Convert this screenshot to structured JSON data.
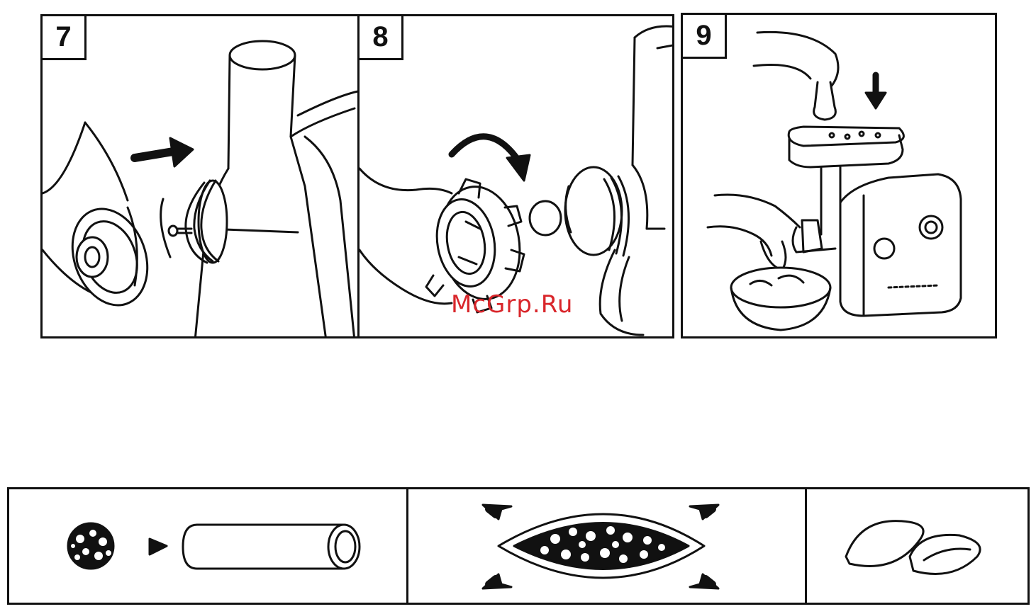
{
  "steps": [
    {
      "number": "7"
    },
    {
      "number": "8"
    },
    {
      "number": "9"
    }
  ],
  "watermark": "McGrp.Ru",
  "icons": {
    "step7": [
      "hand-icon",
      "cutting-disc-icon",
      "right-arrow-icon",
      "grinder-head-icon"
    ],
    "step8": [
      "hand-icon",
      "ring-nut-icon",
      "curved-arrow-icon",
      "grinder-head-icon"
    ],
    "step9": [
      "pusher-icon",
      "down-arrow-icon",
      "meat-tray-icon",
      "grinder-body-icon",
      "bowl-icon",
      "hand-icon"
    ],
    "kebbe": [
      "minced-meat-icon",
      "play-arrow-icon",
      "tube-icon",
      "filled-shell-icon",
      "press-arrow-icon",
      "kebbe-icon"
    ]
  },
  "colors": {
    "line": "#111111",
    "paper": "#ffffff",
    "watermark": "#d9262b"
  }
}
